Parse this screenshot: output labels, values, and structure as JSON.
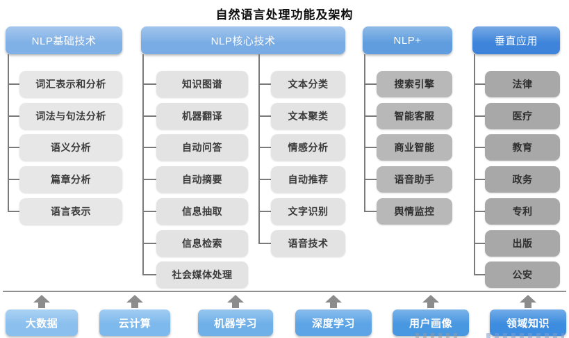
{
  "title": "自然语言处理功能及架构",
  "groups": [
    {
      "id": "nlp-foundation",
      "header": "NLP基础技术",
      "header_color": "#7fb0e6",
      "item_color": "#e7e7e7",
      "item_text_color": "#3a3a3a",
      "items": [
        "词汇表示和分析",
        "词法与句法分析",
        "语义分析",
        "篇章分析",
        "语言表示"
      ]
    },
    {
      "id": "nlp-core",
      "header": "NLP核心技术",
      "header_color": "#79ace4",
      "item_color": "#e3e3e3",
      "item_text_color": "#3a3a3a",
      "items_left": [
        "知识图谱",
        "机器翻译",
        "自动问答",
        "自动摘要",
        "信息抽取",
        "信息检索",
        "社会媒体处理"
      ],
      "items_right": [
        "文本分类",
        "文本聚类",
        "情感分析",
        "自动推荐",
        "文字识别",
        "语音技术"
      ]
    },
    {
      "id": "nlp-plus",
      "header": "NLP+",
      "header_color": "#5f9dde",
      "item_color": "#b8b8b8",
      "item_text_color": "#2f2f2f",
      "items": [
        "搜索引擎",
        "智能客服",
        "商业智能",
        "语音助手",
        "舆情监控"
      ]
    },
    {
      "id": "vertical-apps",
      "header": "垂直应用",
      "header_color": "#3d84da",
      "item_color": "#a8a8a8",
      "item_text_color": "#2f2f2f",
      "items": [
        "法律",
        "医疗",
        "教育",
        "政务",
        "专利",
        "出版",
        "公安"
      ]
    }
  ],
  "foundation": {
    "labels": [
      "大数据",
      "云计算",
      "机器学习",
      "深度学习",
      "用户画像",
      "领域知识"
    ],
    "colors": [
      "#8bc0ee",
      "#7db9ec",
      "#6fb0e9",
      "#5ca4e6",
      "#4897e1",
      "#3c8cdf"
    ]
  },
  "colors": {
    "connector": "#7a7a7a",
    "separator": "#8f8f8f",
    "arrow": "#8c8c8c",
    "title_text": "#0e0e0e"
  }
}
